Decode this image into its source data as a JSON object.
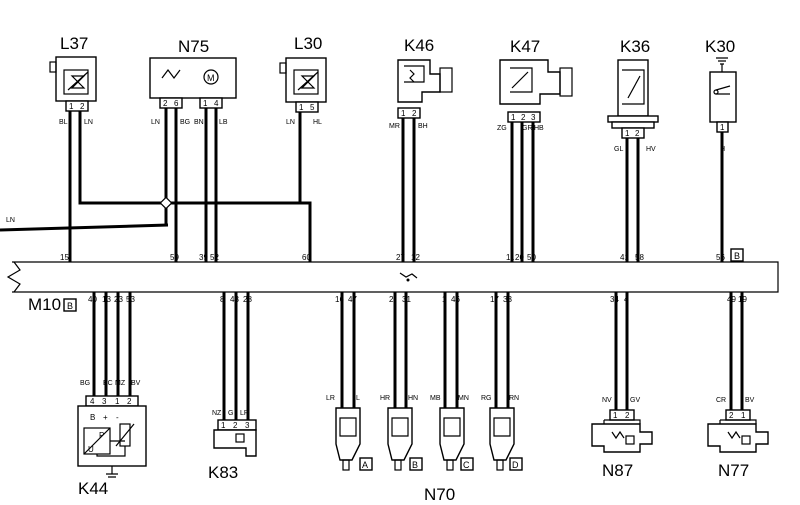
{
  "connector_unit": {
    "label": "M10",
    "tag": "B"
  },
  "loose_wire": {
    "code": "LN"
  },
  "top_components": [
    {
      "id": "L37",
      "pins": [
        "1",
        "2"
      ],
      "wire_codes": [
        "BL",
        "LN"
      ],
      "connector_pins": [
        "15",
        ""
      ]
    },
    {
      "id": "N75",
      "pins": [
        "2",
        "6",
        "1",
        "4"
      ],
      "wire_codes": [
        "LN",
        "BG",
        "BN",
        "LB"
      ],
      "connector_pins": [
        "",
        "59",
        "39",
        "52"
      ]
    },
    {
      "id": "L30",
      "pins": [
        "1",
        "5"
      ],
      "wire_codes": [
        "LN",
        "HL"
      ],
      "connector_pins": [
        "",
        "60"
      ]
    },
    {
      "id": "K46",
      "pins": [
        "1",
        "2"
      ],
      "wire_codes": [
        "MR",
        "BH"
      ],
      "connector_pins": [
        "27",
        "12"
      ]
    },
    {
      "id": "K47",
      "pins": [
        "1",
        "2",
        "3"
      ],
      "wire_codes": [
        "ZG",
        "GR",
        "HB"
      ],
      "connector_pins": [
        "11",
        "20",
        "50"
      ]
    },
    {
      "id": "K36",
      "pins": [
        "1",
        "2"
      ],
      "wire_codes": [
        "GL",
        "HV"
      ],
      "connector_pins": [
        "41",
        "58"
      ]
    },
    {
      "id": "K30",
      "pins": [
        "1"
      ],
      "wire_codes": [
        "H"
      ],
      "connector_pins": [
        "56"
      ]
    }
  ],
  "top_tag": "B",
  "bottom_components": [
    {
      "id": "K44",
      "pins": [
        "4",
        "3",
        "1",
        "2"
      ],
      "wire_codes": [
        "BG",
        "BC",
        "MZ",
        "BV"
      ],
      "connector_pins": [
        "40",
        "13",
        "23",
        "53"
      ],
      "inner": [
        "B",
        "+",
        "-",
        "U",
        "P"
      ]
    },
    {
      "id": "K83",
      "pins": [
        "1",
        "2",
        "3"
      ],
      "wire_codes": [
        "NZ",
        "G",
        "LR"
      ],
      "connector_pins": [
        "8",
        "43",
        "28"
      ]
    },
    {
      "id": "N70",
      "injectors": [
        {
          "tag": "A",
          "wire_codes": [
            "LR",
            "L"
          ],
          "connector_pins": [
            "16",
            "47"
          ]
        },
        {
          "tag": "B",
          "wire_codes": [
            "HR",
            "HN"
          ],
          "connector_pins": [
            "2",
            "31"
          ]
        },
        {
          "tag": "C",
          "wire_codes": [
            "MB",
            "MN"
          ],
          "connector_pins": [
            "1",
            "46"
          ]
        },
        {
          "tag": "D",
          "wire_codes": [
            "RG",
            "RN"
          ],
          "connector_pins": [
            "17",
            "33"
          ]
        }
      ]
    },
    {
      "id": "N87",
      "pins": [
        "1",
        "2"
      ],
      "wire_codes": [
        "NV",
        "GV"
      ],
      "connector_pins": [
        "34",
        "4"
      ]
    },
    {
      "id": "N77",
      "pins": [
        "2",
        "1"
      ],
      "wire_codes": [
        "CR",
        "BV"
      ],
      "connector_pins": [
        "49",
        "19"
      ]
    }
  ]
}
